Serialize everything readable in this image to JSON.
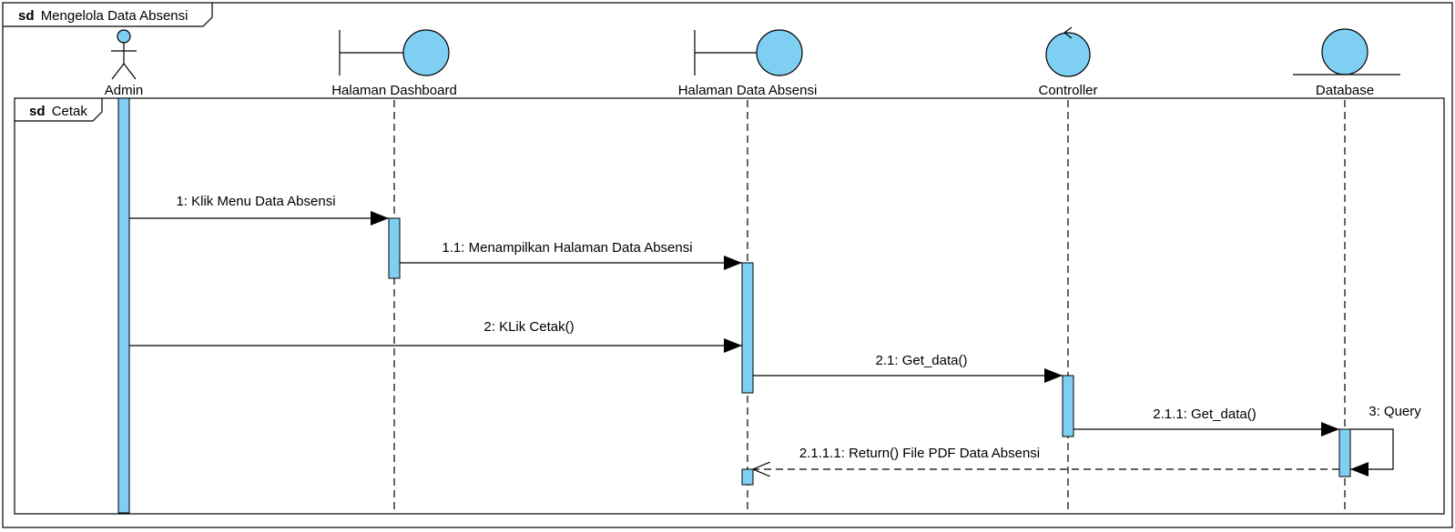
{
  "outer_frame": {
    "keyword": "sd",
    "name": "Mengelola Data Absensi"
  },
  "inner_frame": {
    "keyword": "sd",
    "name": "Cetak"
  },
  "lifelines": [
    {
      "label": "Admin",
      "kind": "actor"
    },
    {
      "label": "Halaman Dashboard",
      "kind": "boundary"
    },
    {
      "label": "Halaman Data Absensi",
      "kind": "boundary"
    },
    {
      "label": "Controller",
      "kind": "control"
    },
    {
      "label": "Database",
      "kind": "entity"
    }
  ],
  "messages": [
    {
      "label": "1: Klik Menu Data Absensi",
      "from": "Admin",
      "to": "Halaman Dashboard",
      "type": "sync"
    },
    {
      "label": "1.1: Menampilkan Halaman Data Absensi",
      "from": "Halaman Dashboard",
      "to": "Halaman Data Absensi",
      "type": "sync"
    },
    {
      "label": "2: KLik Cetak()",
      "from": "Admin",
      "to": "Halaman Data Absensi",
      "type": "sync"
    },
    {
      "label": "2.1: Get_data()",
      "from": "Halaman Data Absensi",
      "to": "Controller",
      "type": "sync"
    },
    {
      "label": "2.1.1: Get_data()",
      "from": "Controller",
      "to": "Database",
      "type": "sync"
    },
    {
      "label": "3: Query",
      "from": "Database",
      "to": "Database",
      "type": "self"
    },
    {
      "label": "2.1.1.1: Return() File PDF Data Absensi",
      "from": "Database",
      "to": "Halaman Data Absensi",
      "type": "return"
    }
  ],
  "colors": {
    "fill": "#7fcff3",
    "line": "#000000",
    "background": "#ffffff"
  }
}
